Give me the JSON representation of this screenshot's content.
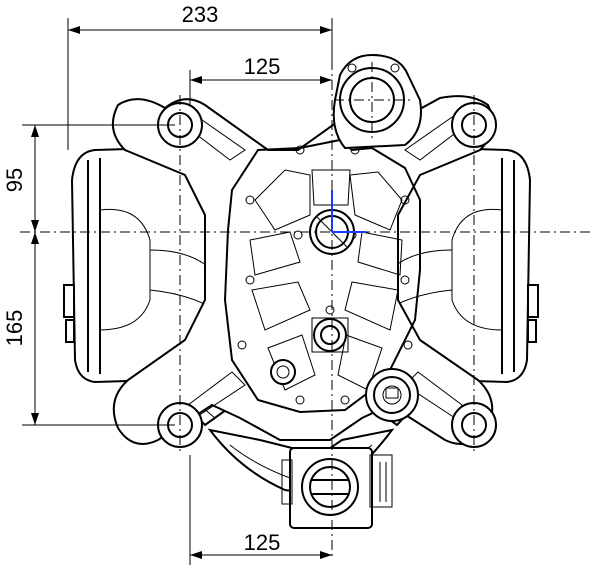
{
  "drawing": {
    "dimensions": {
      "top_width": "233",
      "top_half": "125",
      "left_upper": "95",
      "left_lower": "165",
      "bottom_half": "125"
    },
    "colors": {
      "line": "#000000",
      "axis": "#1a3cff",
      "background": "#ffffff"
    }
  }
}
